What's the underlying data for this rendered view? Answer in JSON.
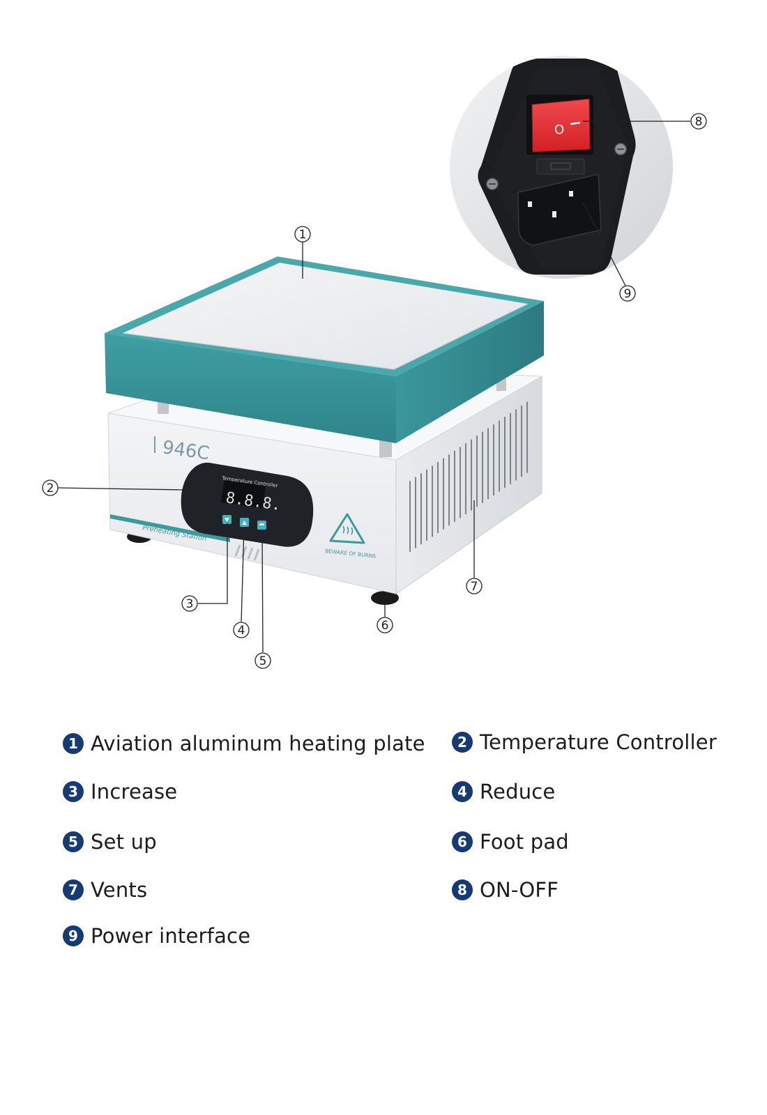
{
  "device": {
    "model_mark": "946C",
    "panel_title": "Temperature Controller",
    "display_readout": "8.8.8.",
    "side_label": "Preheating Station",
    "warning_label": "BEWARE OF BURNS",
    "switch_mark": "O"
  },
  "callouts": [
    "1",
    "2",
    "3",
    "4",
    "5",
    "6",
    "7",
    "8",
    "9"
  ],
  "legend": [
    {
      "num": "1",
      "label": "Aviation aluminum heating plate"
    },
    {
      "num": "2",
      "label": "Temperature Controller"
    },
    {
      "num": "3",
      "label": "Increase"
    },
    {
      "num": "4",
      "label": "Reduce"
    },
    {
      "num": "5",
      "label": "Set up"
    },
    {
      "num": "6",
      "label": "Foot pad"
    },
    {
      "num": "7",
      "label": "Vents"
    },
    {
      "num": "8",
      "label": "ON-OFF"
    },
    {
      "num": "9",
      "label": "Power interface"
    }
  ],
  "colors": {
    "plate_frame": "#3a9a9e",
    "plate_surface": "#eef0f2",
    "body": "#eef0f3",
    "control_panel": "#1f2226",
    "display_digits": "#d8dde3",
    "button": "#37b7c4",
    "switch_red": "#e8262c",
    "legend_badge": "#163a73"
  }
}
